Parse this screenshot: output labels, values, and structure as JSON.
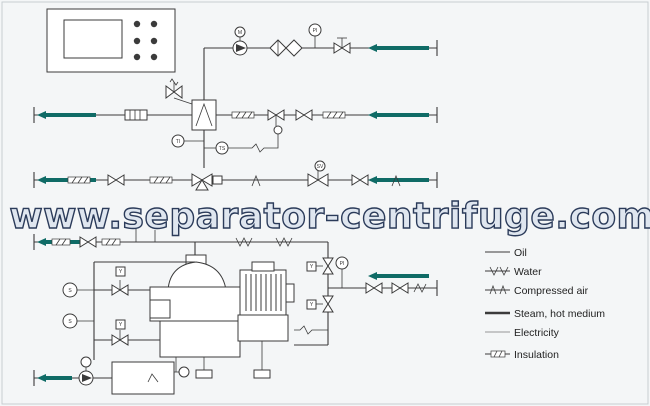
{
  "watermark": "www.separator-centrifuge.com",
  "legend": {
    "oil": "Oil",
    "water": "Water",
    "compressed_air": "Compressed air",
    "steam": "Steam, hot medium",
    "electricity": "Electricity",
    "insulation": "Insulation"
  },
  "tags": {
    "m": "M",
    "pi": "PI",
    "ti": "TI",
    "ts": "TS",
    "sv": "SV",
    "s": "S",
    "y": "Y"
  },
  "colors": {
    "flow_arrow": "#0f6b66",
    "watermark_fill": "#dfe6ef",
    "watermark_stroke": "#2b3b5a"
  }
}
